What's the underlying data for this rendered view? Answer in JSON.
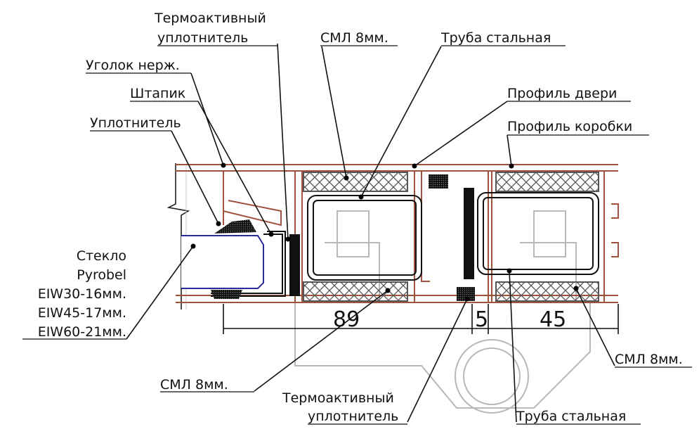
{
  "labels": {
    "thermo_top_1": "Термоактивный",
    "thermo_top_2": "уплотнитель",
    "sml_top": "СМЛ 8мм.",
    "pipe_top": "Труба стальная",
    "corner": "Уголок нерж.",
    "bead": "Штапик",
    "seal": "Уплотнитель",
    "door_profile": "Профиль двери",
    "frame_profile": "Профиль коробки",
    "glass_1": "Стекло",
    "glass_2": "Pyrobel",
    "glass_3": "EIW30-16мм.",
    "glass_4": "EIW45-17мм.",
    "glass_5": "EIW60-21мм.",
    "sml_bottom": "СМЛ 8мм.",
    "thermo_bottom_1": "Термоактивный",
    "thermo_bottom_2": "уплотнитель",
    "pipe_bottom": "Труба стальная",
    "sml_right": "СМЛ 8мм."
  },
  "dimensions": {
    "d1": "89",
    "d2": "5",
    "d3": "45"
  },
  "colors": {
    "profile": "#a0523d",
    "glass": "#2a2a9a",
    "ghost": "#b8b8b8"
  }
}
